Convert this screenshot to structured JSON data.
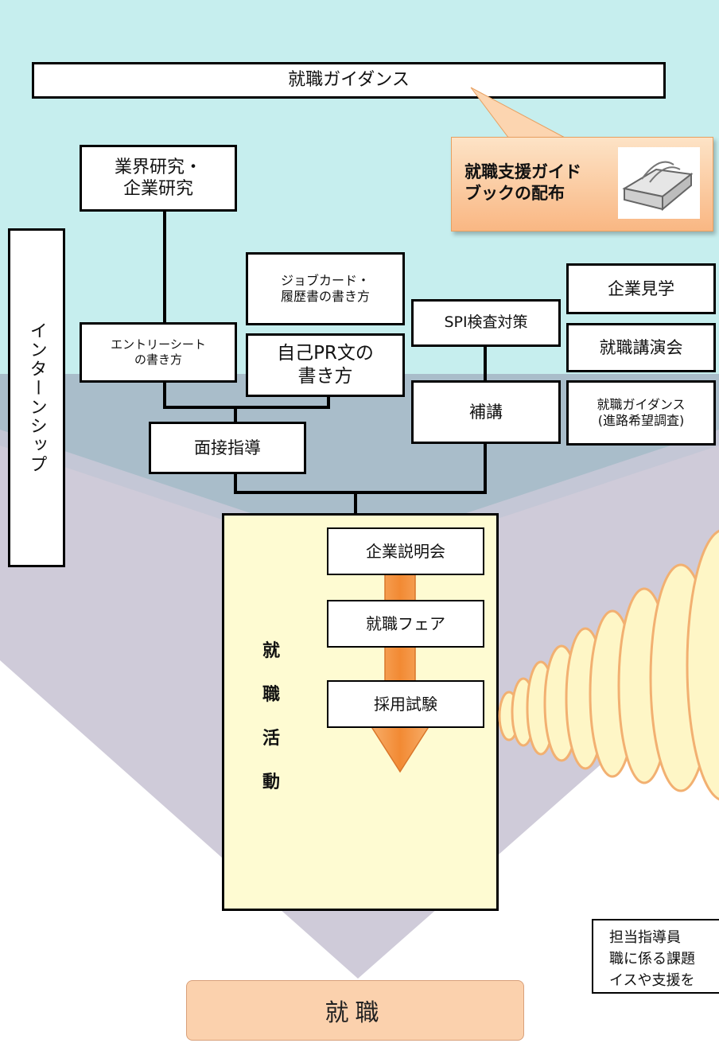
{
  "colors": {
    "top_band": "#c6eeee",
    "middle_band": "#a9bdca",
    "lower_band": "#cfcbd9",
    "activity_box": "#fefbd2",
    "arrow": "#f39444",
    "callout": "#f9c08c",
    "result": "#fbd1ad"
  },
  "header": {
    "guidance": "就職ガイダンス"
  },
  "callout": {
    "text": "就職支援ガイド\nブックの配布",
    "icon": "book-icon"
  },
  "side": {
    "internship": "インターンシップ"
  },
  "column_left": {
    "industry_research": "業界研究・\n企業研究",
    "entry_sheet": "エントリーシート\nの書き方",
    "interview": "面接指導"
  },
  "column_center": {
    "job_card": "ジョブカード・\n履歴書の書き方",
    "self_pr": "自己PR文の\n書き方"
  },
  "column_right": {
    "spi": "SPI検査対策",
    "supplementary": "補講"
  },
  "events": {
    "company_tour": "企業見学",
    "lecture": "就職講演会",
    "guidance_survey": "就職ガイダンス\n(進路希望調査)"
  },
  "activity": {
    "label_chars": [
      "就",
      "職",
      "活",
      "動"
    ],
    "company_info": "企業説明会",
    "job_fair": "就職フェア",
    "exam": "採用試験"
  },
  "note": {
    "text": "担当指導員\n職に係る課題\nイスや支援を"
  },
  "result": {
    "label": "就職"
  }
}
